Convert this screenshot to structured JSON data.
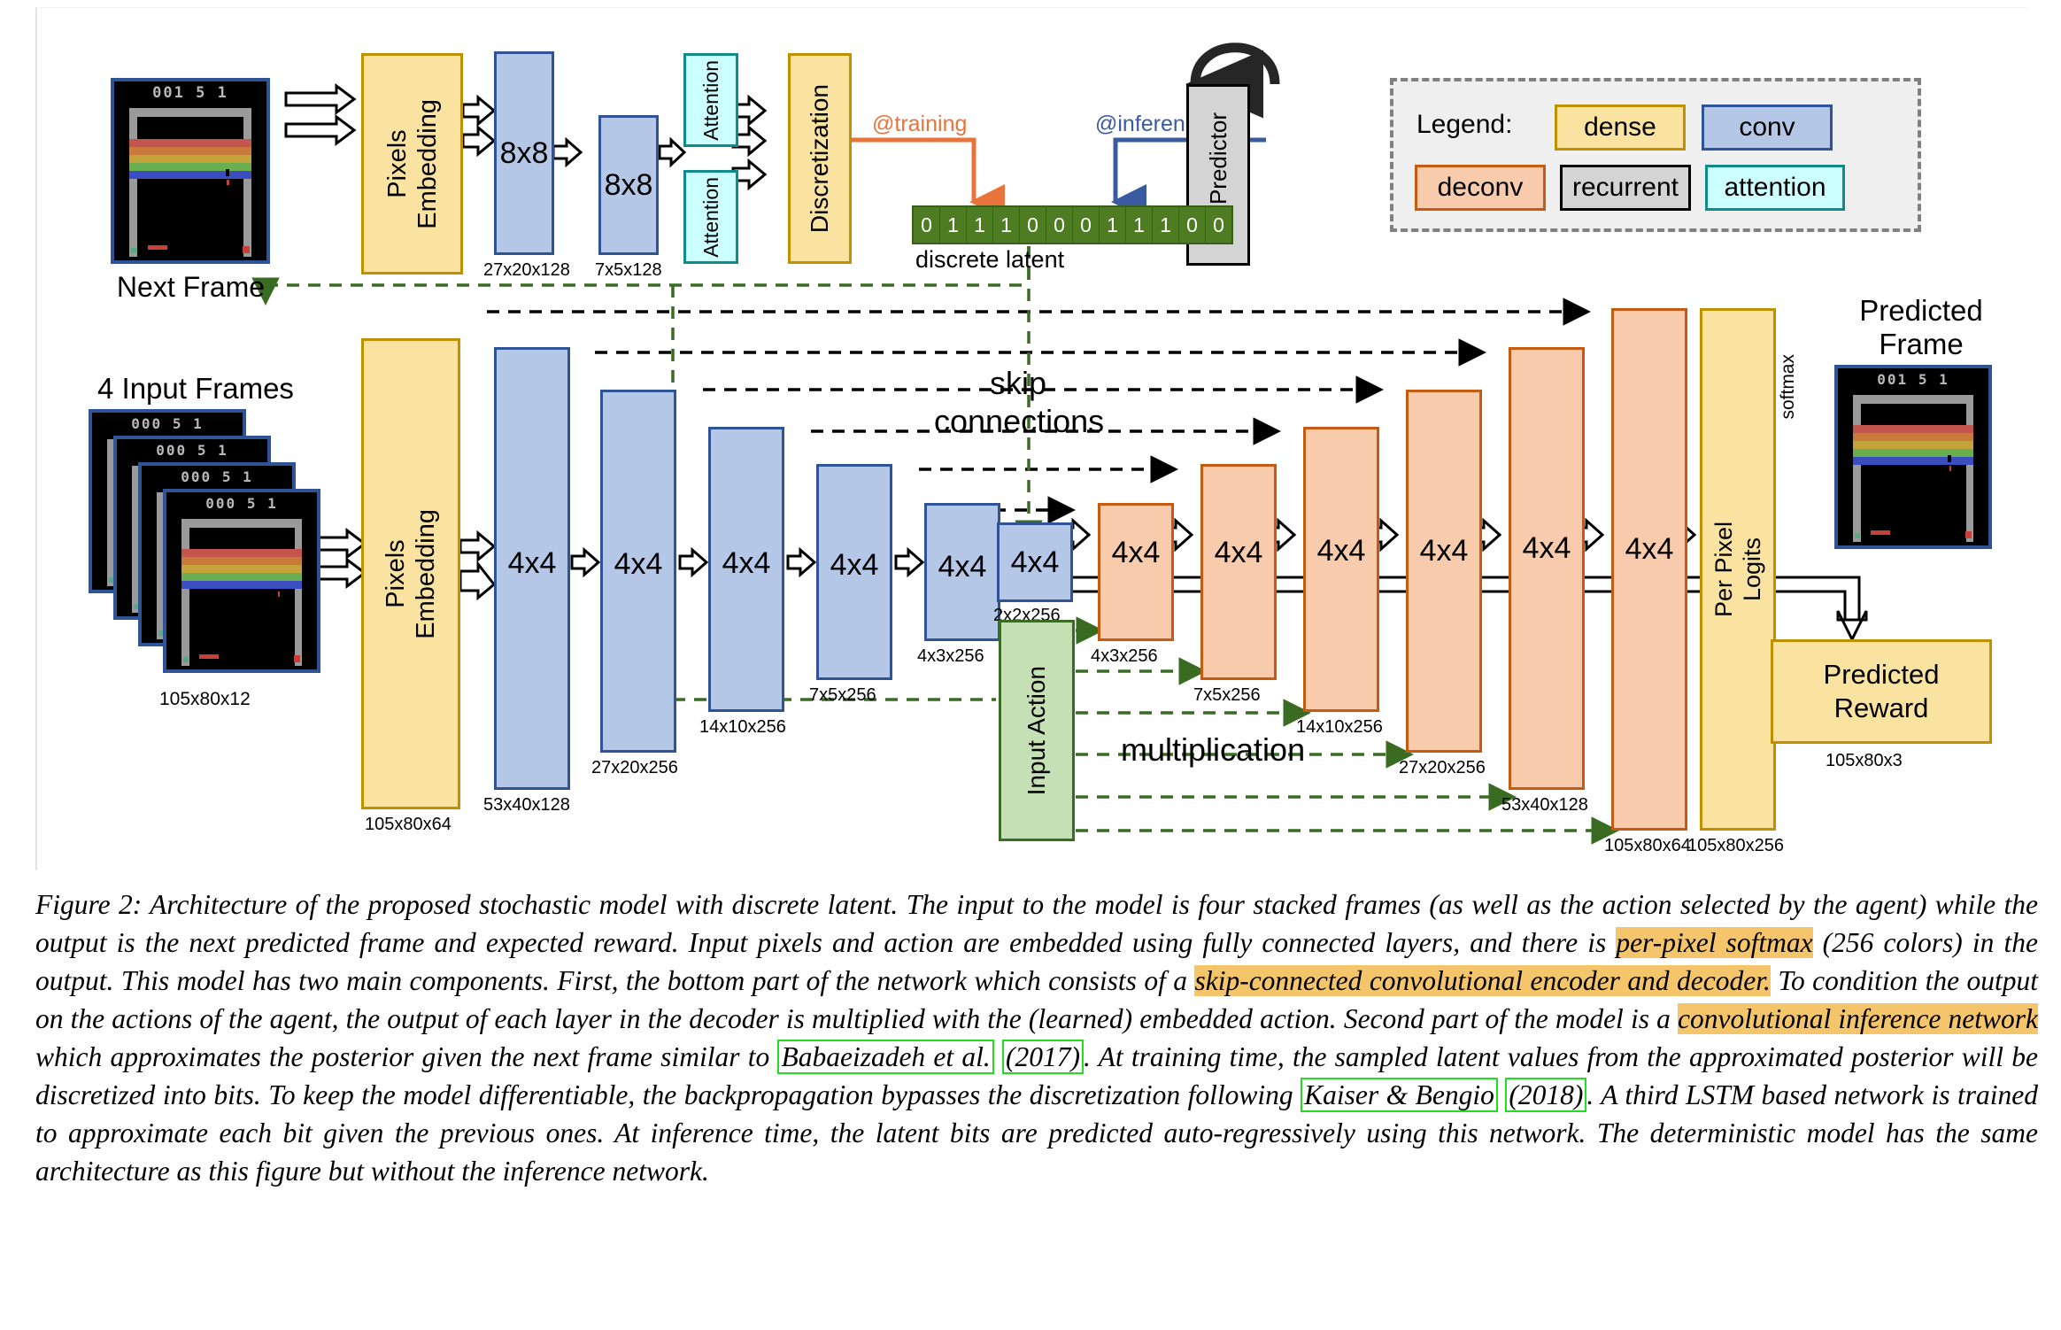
{
  "figure": {
    "label": "Figure 2:",
    "caption_parts": [
      {
        "t": "Figure 2: Architecture of the proposed stochastic model with discrete latent. The input to the model is four stacked frames (as well as the action selected by the agent) while the output is the next predicted frame and expected reward. Input pixels and action are embedded using fully connected layers, and there is ",
        "style": "plain"
      },
      {
        "t": "per-pixel softmax",
        "style": "highlight"
      },
      {
        "t": " (256 colors) in the output. This model has two main components. First, the bottom part of the network which consists of a ",
        "style": "plain"
      },
      {
        "t": "skip-connected convolutional encoder and decoder.",
        "style": "highlight"
      },
      {
        "t": " To condition the output on the actions of the agent, the output of each layer in the decoder is multiplied with the (learned) embedded action. Second part of the model is a ",
        "style": "plain"
      },
      {
        "t": "convolutional inference network",
        "style": "highlight"
      },
      {
        "t": " which approximates the posterior given the next frame similar to ",
        "style": "plain"
      },
      {
        "t": "Babaeizadeh et al.",
        "style": "cite"
      },
      {
        "t": " ",
        "style": "plain"
      },
      {
        "t": "(2017)",
        "style": "cite"
      },
      {
        "t": ". At training time, the sampled latent values from the approximated posterior will be discretized into bits. To keep the model differentiable, the backpropagation bypasses the discretization following ",
        "style": "plain"
      },
      {
        "t": "Kaiser & Bengio",
        "style": "cite"
      },
      {
        "t": " ",
        "style": "plain"
      },
      {
        "t": "(2018)",
        "style": "cite"
      },
      {
        "t": ". A third LSTM based network is trained to approximate each bit given the previous ones. At inference time, the latent bits are predicted auto-regressively using this network. The deterministic model has the same architecture as this figure but without the inference network.",
        "style": "plain"
      }
    ]
  },
  "legend": {
    "title": "Legend:",
    "items": [
      {
        "label": "dense",
        "kind": "dense"
      },
      {
        "label": "conv",
        "kind": "conv"
      },
      {
        "label": "deconv",
        "kind": "deconv"
      },
      {
        "label": "recurrent",
        "kind": "recurrent"
      },
      {
        "label": "attention",
        "kind": "attention"
      }
    ]
  },
  "colors": {
    "dense_fill": "#FAE2A0",
    "dense_border": "#BF9000",
    "conv_fill": "#B4C7E7",
    "conv_border": "#2E5496",
    "deconv_fill": "#F8CBAD",
    "deconv_border": "#C55A11",
    "attention_fill": "#CCFFFF",
    "attention_border": "#118A8A",
    "recurrent_fill": "#D4D4D4",
    "recurrent_border": "#000000",
    "action_fill": "#C5E0B4",
    "action_border": "#3A6B22",
    "latent_bit": "#4E7C22",
    "training_arrow": "#E8743B",
    "inference_arrow": "#3A5BA0",
    "skip_arrow": "#000000",
    "multiplication_arrow": "#3A6B22",
    "highlight": "#F5C56B",
    "citation_border": "#22DD22"
  },
  "inference_path": {
    "next_frame_label": "Next Frame",
    "next_frame_score": "001 5 1",
    "pixels_embedding": "Pixels\nEmbedding",
    "conv_a": {
      "kernel": "8x8",
      "dim": "27x20x128"
    },
    "conv_b": {
      "kernel": "8x8",
      "dim": "7x5x128"
    },
    "attention_1": "Attention",
    "attention_2": "Attention",
    "discretization": "Discretization",
    "training_tag": "@training",
    "inference_tag": "@inference",
    "bit_predictor": "Bit Predictor",
    "discrete_latent_label": "discrete latent",
    "discrete_latent_bits": [
      "0",
      "1",
      "1",
      "1",
      "0",
      "0",
      "0",
      "1",
      "1",
      "1",
      "0",
      "0"
    ]
  },
  "encoder": {
    "input_frames_label": "4 Input Frames",
    "input_frames_score": "000 5 1",
    "input_frames_dim": "105x80x12",
    "input_frames_count": 4,
    "pixels_embedding": {
      "label": "Pixels\nEmbedding",
      "dim": "105x80x64"
    },
    "layers": [
      {
        "kernel": "4x4",
        "dim": "53x40x128"
      },
      {
        "kernel": "4x4",
        "dim": "27x20x256"
      },
      {
        "kernel": "4x4",
        "dim": "14x10x256"
      },
      {
        "kernel": "4x4",
        "dim": "7x5x256"
      },
      {
        "kernel": "4x4",
        "dim": "4x3x256"
      },
      {
        "kernel": "4x4",
        "dim": "2x2x256"
      }
    ]
  },
  "skip": {
    "line1": "skip",
    "line2": "connections"
  },
  "action": {
    "label": "Input Action",
    "multiplication_label": "multiplication"
  },
  "decoder": {
    "layers": [
      {
        "kernel": "4x4",
        "dim": "4x3x256"
      },
      {
        "kernel": "4x4",
        "dim": "7x5x256"
      },
      {
        "kernel": "4x4",
        "dim": "14x10x256"
      },
      {
        "kernel": "4x4",
        "dim": "27x20x256"
      },
      {
        "kernel": "4x4",
        "dim": "53x40x128"
      },
      {
        "kernel": "4x4",
        "dim": "105x80x64"
      }
    ],
    "per_pixel_logits": {
      "label": "Per Pixel\nLogits",
      "dim": "105x80x256"
    },
    "softmax_label": "softmax"
  },
  "outputs": {
    "predicted_frame_label": "Predicted\nFrame",
    "predicted_frame_score": "001 5 1",
    "predicted_reward_label": "Predicted\nReward",
    "predicted_reward_dim": "105x80x3"
  }
}
